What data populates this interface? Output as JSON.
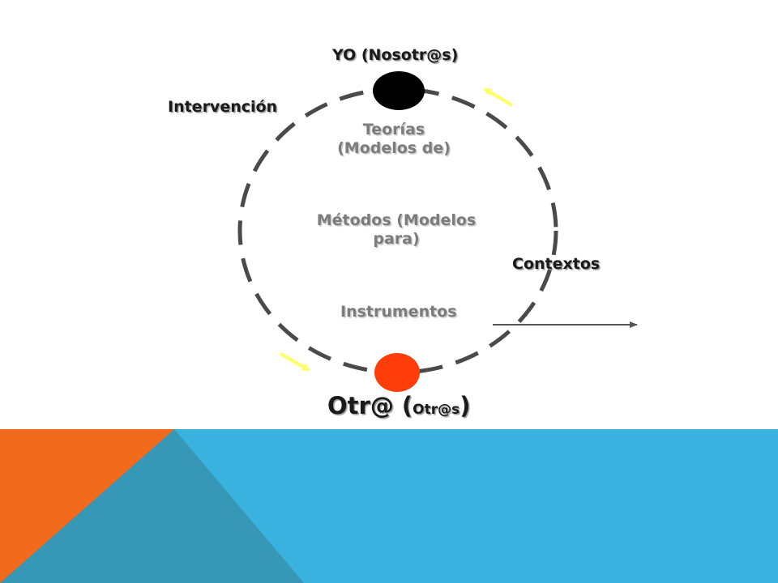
{
  "labels": {
    "yo": "YO (Nosotr@s)",
    "intervencion": "Intervención",
    "teorias_line1": "Teorías",
    "teorias_line2": "(Modelos de)",
    "metodos_line1": "Métodos (Modelos",
    "metodos_line2": "para)",
    "contextos": "Contextos",
    "instrumentos": "Instrumentos",
    "otro_main": "Otr@ (",
    "otro_small": "Otr@s",
    "otro_close": ")"
  },
  "colors": {
    "dashed_circle": "#4a4a4a",
    "yo_node": "#000000",
    "otro_node": "#ff3d0a",
    "arrow_yellow": "#ffff66",
    "context_arrow": "#555555",
    "banner_orange": "#f26a1b",
    "banner_blue": "#3ab2df",
    "banner_teal": "#3797b6"
  }
}
